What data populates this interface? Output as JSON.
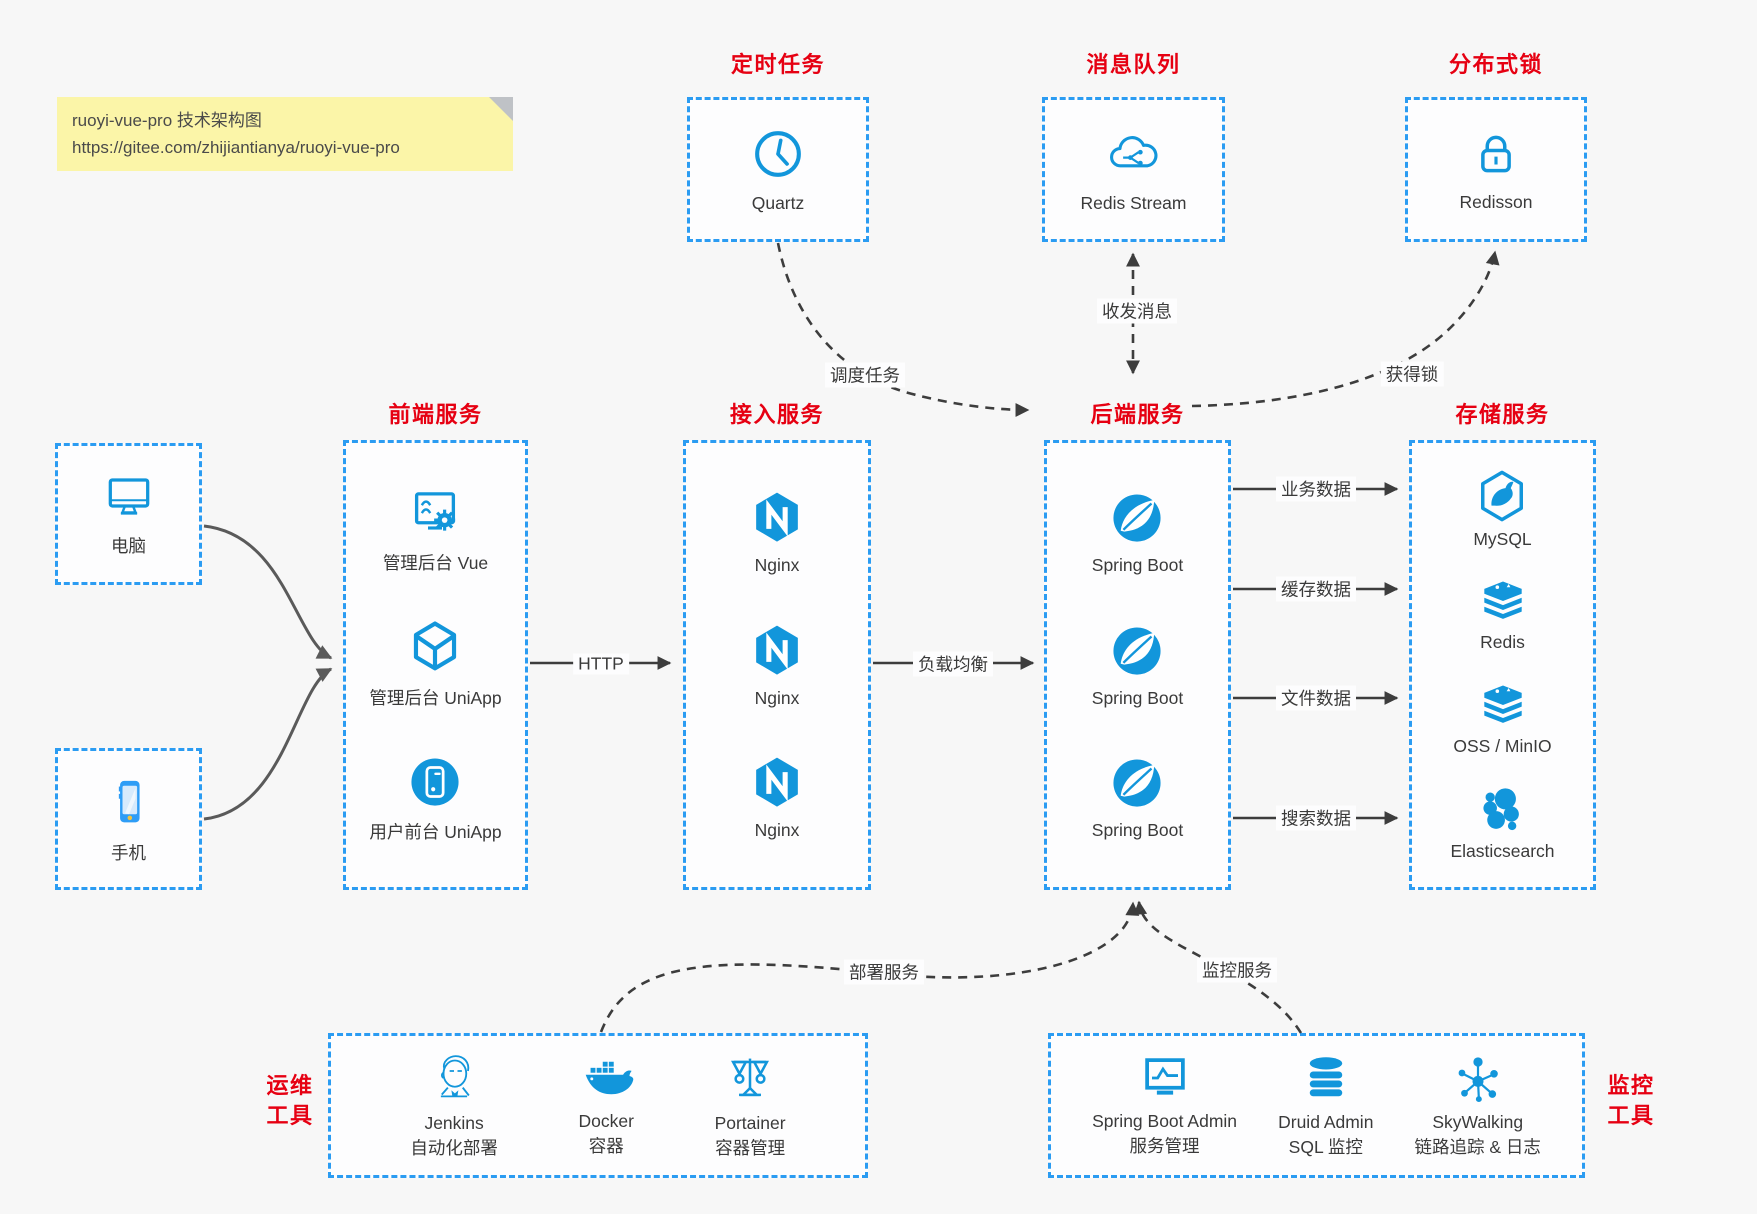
{
  "note": {
    "line1": "ruoyi-vue-pro 技术架构图",
    "line2": "https://gitee.com/zhijiantianya/ruoyi-vue-pro"
  },
  "top_groups": {
    "scheduler": {
      "title": "定时任务",
      "label": "Quartz",
      "icon": "clock-icon"
    },
    "mq": {
      "title": "消息队列",
      "label": "Redis Stream",
      "icon": "cloud-stream-icon"
    },
    "lock": {
      "title": "分布式锁",
      "label": "Redisson",
      "icon": "lock-icon"
    }
  },
  "clients": {
    "pc": {
      "label": "电脑",
      "icon": "desktop-icon"
    },
    "mobile": {
      "label": "手机",
      "icon": "phone-icon"
    }
  },
  "columns": {
    "frontend": {
      "title": "前端服务",
      "items": [
        {
          "label": "管理后台 Vue",
          "icon": "admin-vue-icon"
        },
        {
          "label": "管理后台 UniApp",
          "icon": "cube-icon"
        },
        {
          "label": "用户前台 UniApp",
          "icon": "app-icon"
        }
      ]
    },
    "gateway": {
      "title": "接入服务",
      "items": [
        {
          "label": "Nginx",
          "icon": "nginx-icon"
        },
        {
          "label": "Nginx",
          "icon": "nginx-icon"
        },
        {
          "label": "Nginx",
          "icon": "nginx-icon"
        }
      ]
    },
    "backend": {
      "title": "后端服务",
      "items": [
        {
          "label": "Spring Boot",
          "icon": "spring-icon"
        },
        {
          "label": "Spring Boot",
          "icon": "spring-icon"
        },
        {
          "label": "Spring Boot",
          "icon": "spring-icon"
        }
      ]
    },
    "storage": {
      "title": "存储服务",
      "items": [
        {
          "label": "MySQL",
          "icon": "mysql-icon"
        },
        {
          "label": "Redis",
          "icon": "redis-icon"
        },
        {
          "label": "OSS / MinIO",
          "icon": "redis-icon"
        },
        {
          "label": "Elasticsearch",
          "icon": "elasticsearch-icon"
        }
      ]
    }
  },
  "bottom_groups": {
    "ops": {
      "title_line1": "运维",
      "title_line2": "工具",
      "items": [
        {
          "name": "Jenkins",
          "desc": "自动化部署",
          "icon": "jenkins-icon"
        },
        {
          "name": "Docker",
          "desc": "容器",
          "icon": "docker-icon"
        },
        {
          "name": "Portainer",
          "desc": "容器管理",
          "icon": "portainer-icon"
        }
      ]
    },
    "monitor": {
      "title_line1": "监控",
      "title_line2": "工具",
      "items": [
        {
          "name": "Spring Boot Admin",
          "desc": "服务管理",
          "icon": "monitor-chart-icon"
        },
        {
          "name": "Druid Admin",
          "desc": "SQL 监控",
          "icon": "database-icon"
        },
        {
          "name": "SkyWalking",
          "desc": "链路追踪 & 日志",
          "icon": "network-nodes-icon"
        }
      ]
    }
  },
  "edge_labels": {
    "http": "HTTP",
    "load_balance": "负载均衡",
    "biz_data": "业务数据",
    "cache_data": "缓存数据",
    "file_data": "文件数据",
    "search_data": "搜索数据",
    "schedule": "调度任务",
    "message": "收发消息",
    "acquire_lock": "获得锁",
    "deploy": "部署服务",
    "monitor": "监控服务"
  },
  "colors": {
    "icon_blue": "#1296db",
    "border_blue": "#2b9cf2",
    "title_red": "#e60012",
    "arrow_dark": "#3d3d3d",
    "note_bg": "#fbf5a8",
    "canvas_bg": "#f7f7f7"
  }
}
